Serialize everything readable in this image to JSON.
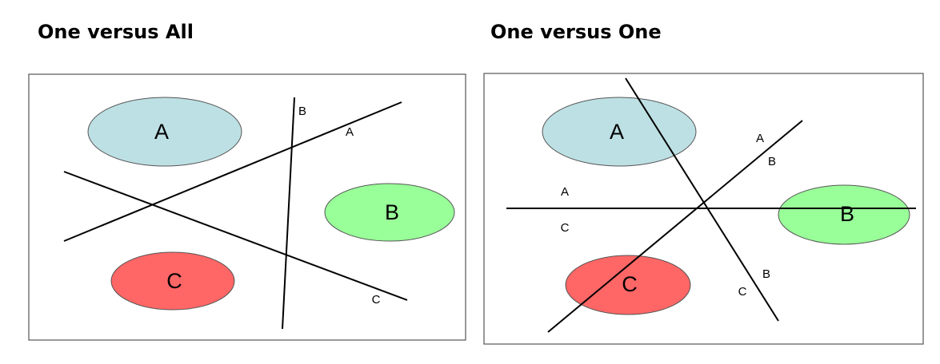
{
  "panels": {
    "ova": {
      "title": "One versus All",
      "classes": {
        "a": {
          "label": "A",
          "color": "#bde0e4"
        },
        "b": {
          "label": "B",
          "color": "#99ff99"
        },
        "c": {
          "label": "C",
          "color": "#ff6666"
        }
      },
      "separator_labels": {
        "b": "B",
        "a": "A",
        "c": "C"
      }
    },
    "ovo": {
      "title": "One versus One",
      "classes": {
        "a": {
          "label": "A",
          "color": "#bde0e4"
        },
        "b": {
          "label": "B",
          "color": "#99ff99"
        },
        "c": {
          "label": "C",
          "color": "#ff6666"
        }
      },
      "separator_labels": {
        "ac_a": "A",
        "ac_c": "C",
        "ab_a": "A",
        "ab_b": "B",
        "bc_b": "B",
        "bc_c": "C"
      }
    }
  }
}
